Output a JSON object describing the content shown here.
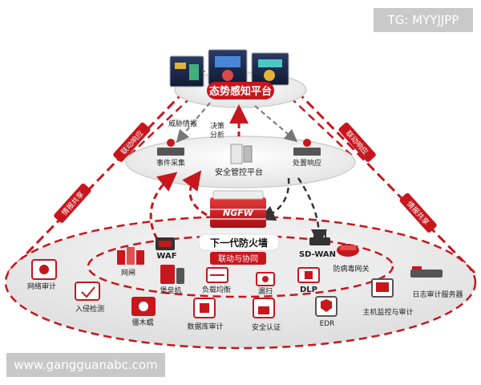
{
  "watermark_top": "TG: MYYJJPP",
  "watermark_bottom": "www.gangguanabc.com",
  "top": {
    "title": "态势感知平台"
  },
  "middle": {
    "title": "安全管控平台",
    "event_collect": "事件采集",
    "response": "处置响应",
    "threat_intel": "威胁情报",
    "decision": [
      "决策",
      "分析"
    ]
  },
  "ngfw": {
    "logo": "NGFW",
    "title": "下一代防火墙",
    "linkage": "联动与协同"
  },
  "side_labels": {
    "linkage_left": "联动响应",
    "linkage_right": "联动响应",
    "share_left": "情报共享",
    "share_right": "情报共享"
  },
  "inner_devices": [
    "网闸",
    "WAF",
    "SD-WAN",
    "防病毒网关"
  ],
  "outer_devices": [
    "网络审计",
    "入侵检测",
    "僵木蠕",
    "堡垒机",
    "负载均衡",
    "数据库审计",
    "漏扫",
    "安全认证",
    "DLP",
    "EDR",
    "主机监控与审计",
    "日志审计服务器"
  ],
  "colors": {
    "accent": "#c8161d",
    "dark": "#333333"
  }
}
